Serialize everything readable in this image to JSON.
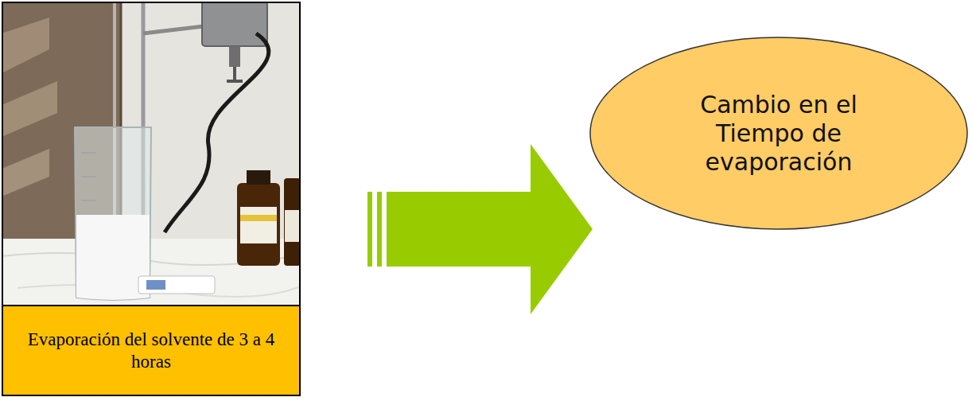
{
  "diagram": {
    "nodes": [
      {
        "text": [
          "Evaporación del solvente de 3 a 4 horas"
        ]
      },
      {
        "text": [
          "Cambio en el Tiempo de evaporación"
        ]
      }
    ],
    "edges": [
      {
        "from": 0,
        "to": 1,
        "arrow": "to"
      }
    ]
  }
}
